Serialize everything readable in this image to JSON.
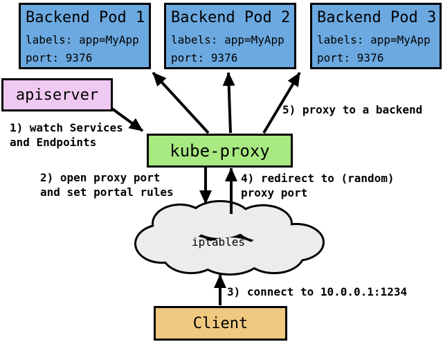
{
  "colors": {
    "pod_fill": "#6CA9E0",
    "apiserver_fill": "#F0C9F2",
    "kube_proxy_fill": "#A8E981",
    "client_fill": "#F0C880",
    "cloud_fill": "#ECECEC",
    "border": "#000000"
  },
  "pods": [
    {
      "title": "Backend Pod 1",
      "labels_line": "labels: app=MyApp",
      "port_line": "port: 9376"
    },
    {
      "title": "Backend Pod 2",
      "labels_line": "labels: app=MyApp",
      "port_line": "port: 9376"
    },
    {
      "title": "Backend Pod 3",
      "labels_line": "labels: app=MyApp",
      "port_line": "port: 9376"
    }
  ],
  "nodes": {
    "apiserver": "apiserver",
    "kube_proxy": "kube-proxy",
    "iptables": "iptables",
    "client": "Client"
  },
  "annotations": {
    "step1": "1) watch Services\nand Endpoints",
    "step2": "2) open proxy port\nand set portal rules",
    "step3": "3) connect to 10.0.0.1:1234",
    "step4": "4) redirect to (random)\nproxy port",
    "step5": "5) proxy to a backend"
  }
}
